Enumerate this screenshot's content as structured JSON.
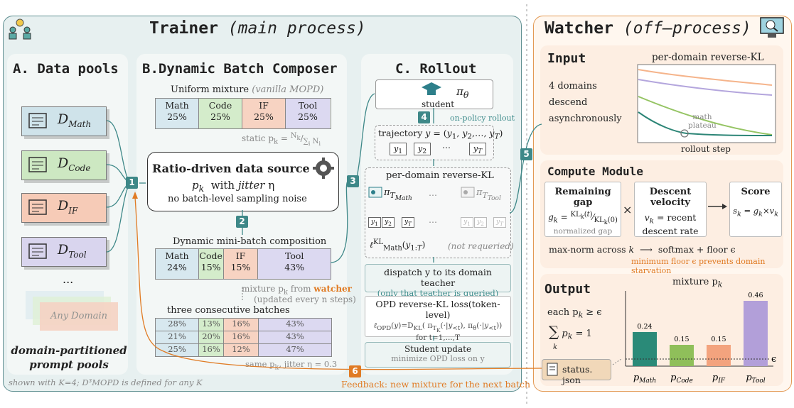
{
  "trainer": {
    "title_bold": "Trainer",
    "title_italic": "(main process)"
  },
  "watcher": {
    "title_bold": "Watcher",
    "title_italic": "(off–process)"
  },
  "col_a": {
    "title": "A. Data pools",
    "pools": [
      {
        "main": "D",
        "sub": "Math",
        "color": "#cfe3ea"
      },
      {
        "main": "D",
        "sub": "Code",
        "color": "#cde8c2"
      },
      {
        "main": "D",
        "sub": "IF",
        "color": "#f6cbb7"
      },
      {
        "main": "D",
        "sub": "Tool",
        "color": "#d9d5ee"
      }
    ],
    "ellipsis": "...",
    "any_domain": "Any Domain",
    "caption1": "domain-partitioned",
    "caption2": "prompt pools"
  },
  "col_b": {
    "title": "B.Dynamic Batch Composer",
    "uniform_title": "Uniform mixture",
    "uniform_note": "(vanilla MOPD)",
    "uniform": [
      {
        "name": "Math",
        "val": "25%",
        "color": "#d7e8ef"
      },
      {
        "name": "Code",
        "val": "25%",
        "color": "#d4eccb"
      },
      {
        "name": "IF",
        "val": "25%",
        "color": "#f7d3c2"
      },
      {
        "name": "Tool",
        "val": "25%",
        "color": "#dcd9f1"
      }
    ],
    "static_label": "static p",
    "ratio_title": "Ratio-driven data source",
    "ratio_line2a": "p",
    "ratio_line2b": "with",
    "ratio_line2c": "jitter",
    "ratio_line2d": "η",
    "ratio_line3": "no batch-level sampling noise",
    "dynamic_title": "Dynamic mini-batch composition",
    "dynamic": [
      {
        "name": "Math",
        "val": "24%",
        "color": "#d7e8ef"
      },
      {
        "name": "Code",
        "val": "15%",
        "color": "#d4eccb"
      },
      {
        "name": "IF",
        "val": "15%",
        "color": "#f7d3c2"
      },
      {
        "name": "Tool",
        "val": "43%",
        "color": "#dcd9f1"
      }
    ],
    "mixture_from": "mixture p",
    "watcher_word": "watcher",
    "updated": "(updated every n steps)",
    "three_title": "three consecutive batches",
    "batches": [
      [
        "28%",
        "13%",
        "16%",
        "43%"
      ],
      [
        "21%",
        "20%",
        "16%",
        "43%"
      ],
      [
        "25%",
        "16%",
        "12%",
        "47%"
      ]
    ],
    "same_label": "same p",
    "same_label2": ", jitter η = 0.3"
  },
  "col_c": {
    "title": "C. Rollout",
    "student_label": "student",
    "pi_theta": "π",
    "onpolicy": "on-policy rollout",
    "traj_label": "trajectory",
    "traj_tokens": [
      "y1",
      "y2",
      "yT"
    ],
    "perdomain_title": "per-domain reverse-KL",
    "not_requeried": "(not requeried)",
    "dispatch_line1": "dispatch y to its domain teacher",
    "dispatch_line2": "(only that teacher is queried)",
    "opd_title": "OPD reverse-KL loss(token-level)",
    "opd_for": "for t=1,...,T",
    "update_title": "Student update",
    "update_sub": "minimize OPD loss on y"
  },
  "footer": {
    "note": "shown with K=4; D³MOPD is defined for any K",
    "feedback": "Feedback: new mixture for the next batch"
  },
  "input": {
    "title": "Input",
    "chart_title": "per-domain reverse-KL",
    "desc": [
      "4 domains",
      "descend",
      "asynchronously"
    ],
    "plateau1": "math",
    "plateau2": "plateau",
    "xlabel": "rollout step"
  },
  "compute": {
    "title": "Compute Module",
    "gap_title": "Remaining gap",
    "gap_note": "normalized gap",
    "vel_title": "Descent velocity",
    "vel_line1": "= recent",
    "vel_line2": "descent rate",
    "score_title": "Score",
    "maxnorm": "max-norm across",
    "softmax": "softmax + floor ϵ",
    "floor_note": "minimum floor ϵ  prevents domain starvation"
  },
  "output": {
    "title": "Output",
    "chart_title": "mixture p",
    "each": "each p",
    "each2": "≥ ϵ",
    "sum": "= 1",
    "status": "status. json",
    "eps": "ϵ"
  },
  "chart_data": {
    "type": "bar",
    "title": "mixture p_k",
    "categories": [
      "p_Math",
      "p_Code",
      "p_IF",
      "p_Tool"
    ],
    "values": [
      0.24,
      0.15,
      0.15,
      0.46
    ],
    "labels": [
      "0.24",
      "0.15",
      "0.15",
      "0.46"
    ],
    "colors": [
      "#2a8a78",
      "#8fbf5a",
      "#f3a37e",
      "#b29fd9"
    ],
    "ylim": [
      0,
      0.5
    ],
    "floor_line": "ϵ"
  },
  "kl_chart": {
    "type": "line",
    "title": "per-domain reverse-KL",
    "xlabel": "rollout step",
    "series": [
      {
        "color": "#f5b48b"
      },
      {
        "color": "#b4a6dd"
      },
      {
        "color": "#95c463"
      },
      {
        "color": "#2c8576"
      }
    ]
  }
}
